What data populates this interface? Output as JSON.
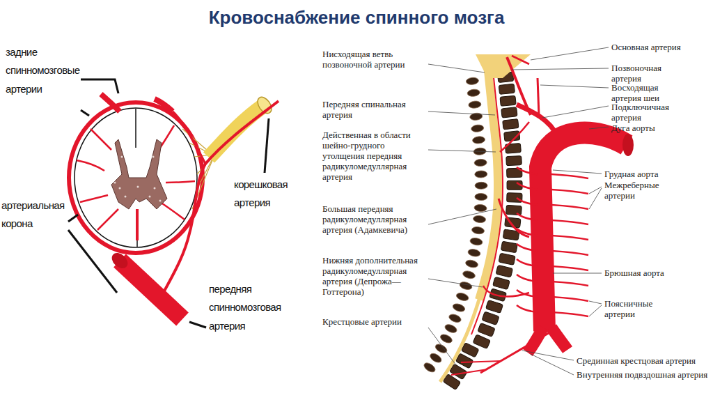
{
  "diagram": {
    "title": "Кровоснабжение спинного мозга",
    "labels": [
      "задние спинномозговые артерии",
      "артериальная корона",
      "корешковая артерия",
      "передняя спинномозговая артерия",
      "Нисходящая ветвь позвоночной артерии",
      "Передняя спинальная артерия",
      "Действенная в области шейно-грудного утолщения передняя радикуломедуллярная артерия",
      "Большая передняя радикуломедуллярная артерия (Адамкевича)",
      "Нижняя дополнительная радикуломедуллярная артерия (Депрожа—Готтерона)",
      "Крестцовые артерии",
      "Основная артерия",
      "Позвоночная артерия",
      "Восходящая артерия шеи",
      "Подключичная артерия",
      "Дуга аорты",
      "Грудная аорта",
      "Межреберные артерии",
      "Брюшная аорта",
      "Поясничные артерии",
      "Срединная крестцовая артерия",
      "Внутренняя подвздошная артерия"
    ]
  }
}
